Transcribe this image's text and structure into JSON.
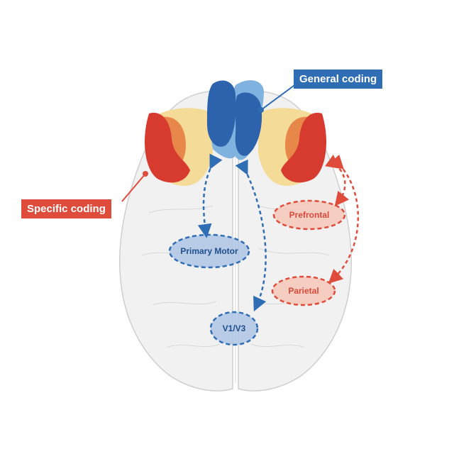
{
  "callouts": {
    "general": {
      "label": "General coding"
    },
    "specific": {
      "label": "Specific coding"
    }
  },
  "nodes": {
    "primary_motor": {
      "label": "Primary Motor"
    },
    "v1v3": {
      "label": "V1/V3"
    },
    "prefrontal": {
      "label": "Prefrontal"
    },
    "parietal": {
      "label": "Parietal"
    }
  },
  "colors": {
    "general": "#2f6db5",
    "general_fill": "#aec6e6",
    "specific": "#e04c3c",
    "specific_fill": "#f7c8b8",
    "brain_outline": "#cfcfcf",
    "brain_fill": "#ececec",
    "frontal_yellow": "#f4dc98",
    "blue_dark": "#2d63ad",
    "blue_light": "#7fb2df",
    "red_region": "#d73a2e",
    "orange_region": "#e8874a"
  }
}
